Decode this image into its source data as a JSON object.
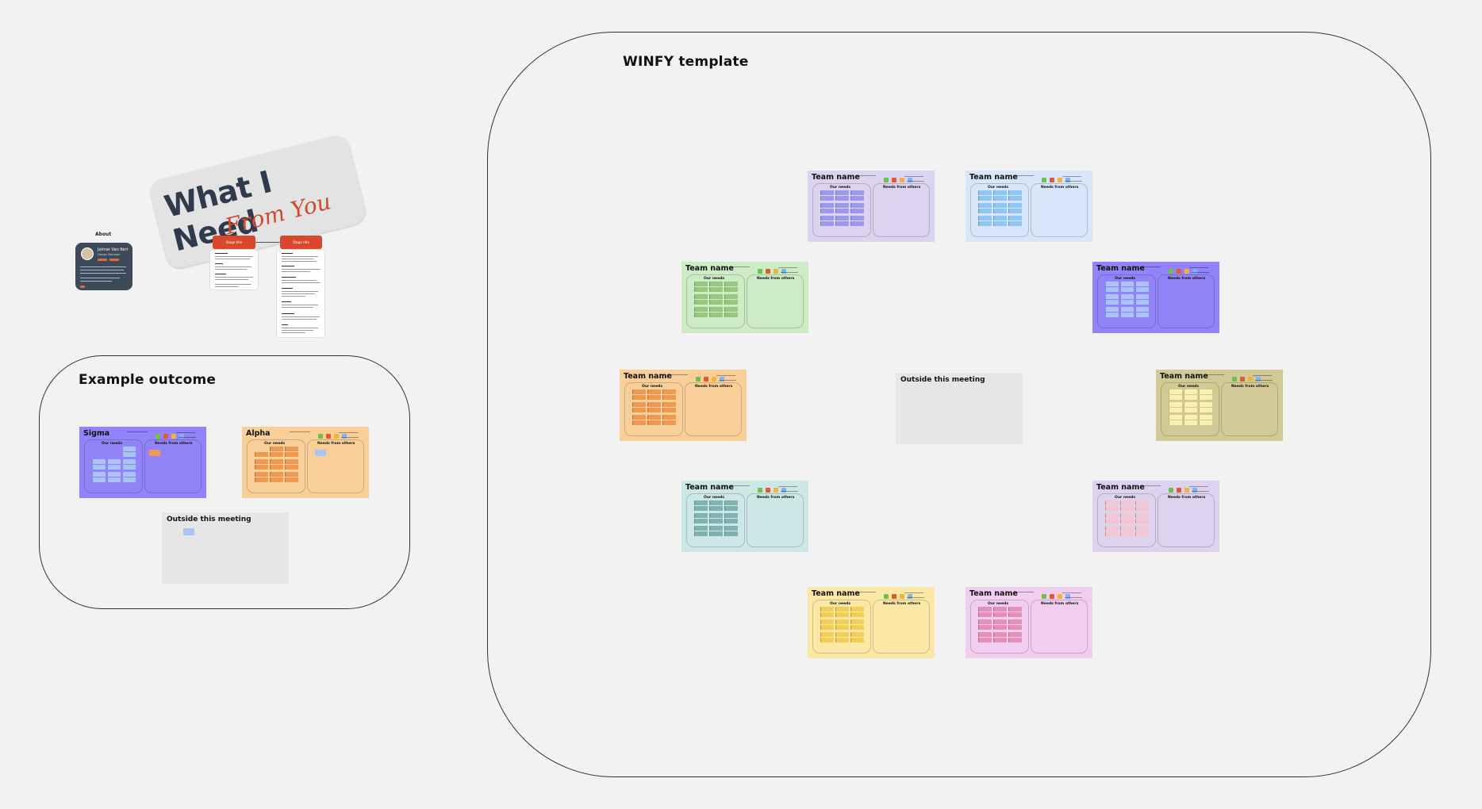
{
  "about": {
    "label": "About",
    "name": "Jelmar Van Kerr",
    "role": "Design Manager"
  },
  "what_i_need": {
    "title": "What I Need",
    "subtitle": "From You",
    "tag_left": "Stage title",
    "tag_right": "Stage title"
  },
  "example": {
    "title": "Example outcome",
    "boards": [
      {
        "name": "Sigma",
        "our_needs": "Our needs",
        "needs_from_others": "Needs from others",
        "color": "#9383f8",
        "sticky": "#a9c4f5"
      },
      {
        "name": "Alpha",
        "our_needs": "Our needs",
        "needs_from_others": "Needs from others",
        "color": "#f8cf98",
        "sticky": "#ec9a52"
      }
    ],
    "outside": "Outside this meeting"
  },
  "template": {
    "title": "WINFY template",
    "outside": "Outside this meeting",
    "boards": [
      {
        "name": "Team name",
        "our_needs": "Our needs",
        "needs_from_others": "Needs from others",
        "color": "#dcd3ee",
        "sticky": "#9c98ec"
      },
      {
        "name": "Team name",
        "our_needs": "Our needs",
        "needs_from_others": "Needs from others",
        "color": "#d7e6f8",
        "sticky": "#8ec5f5"
      },
      {
        "name": "Team name",
        "our_needs": "Our needs",
        "needs_from_others": "Needs from others",
        "color": "#cdebc5",
        "sticky": "#97c77f"
      },
      {
        "name": "Team name",
        "our_needs": "Our needs",
        "needs_from_others": "Needs from others",
        "color": "#9383f8",
        "sticky": "#a9c4f5"
      },
      {
        "name": "Team name",
        "our_needs": "Our needs",
        "needs_from_others": "Needs from others",
        "color": "#f8cf98",
        "sticky": "#ec9a52"
      },
      {
        "name": "Team name",
        "our_needs": "Our needs",
        "needs_from_others": "Needs from others",
        "color": "#d2ca96",
        "sticky": "#fbf0ae"
      },
      {
        "name": "Team name",
        "our_needs": "Our needs",
        "needs_from_others": "Needs from others",
        "color": "#cce7e6",
        "sticky": "#7fb3b1"
      },
      {
        "name": "Team name",
        "our_needs": "Our needs",
        "needs_from_others": "Needs from others",
        "color": "#ddd3ee",
        "sticky": "#f4c6d2"
      },
      {
        "name": "Team name",
        "our_needs": "Our needs",
        "needs_from_others": "Needs from others",
        "color": "#fbe7a6",
        "sticky": "#f2cf54"
      },
      {
        "name": "Team name",
        "our_needs": "Our needs",
        "needs_from_others": "Needs from others",
        "color": "#f1cdef",
        "sticky": "#e68fb8"
      }
    ]
  },
  "legend_colors": [
    "#6fbf4a",
    "#e0592f",
    "#f0b43a",
    "#7db4f0"
  ]
}
